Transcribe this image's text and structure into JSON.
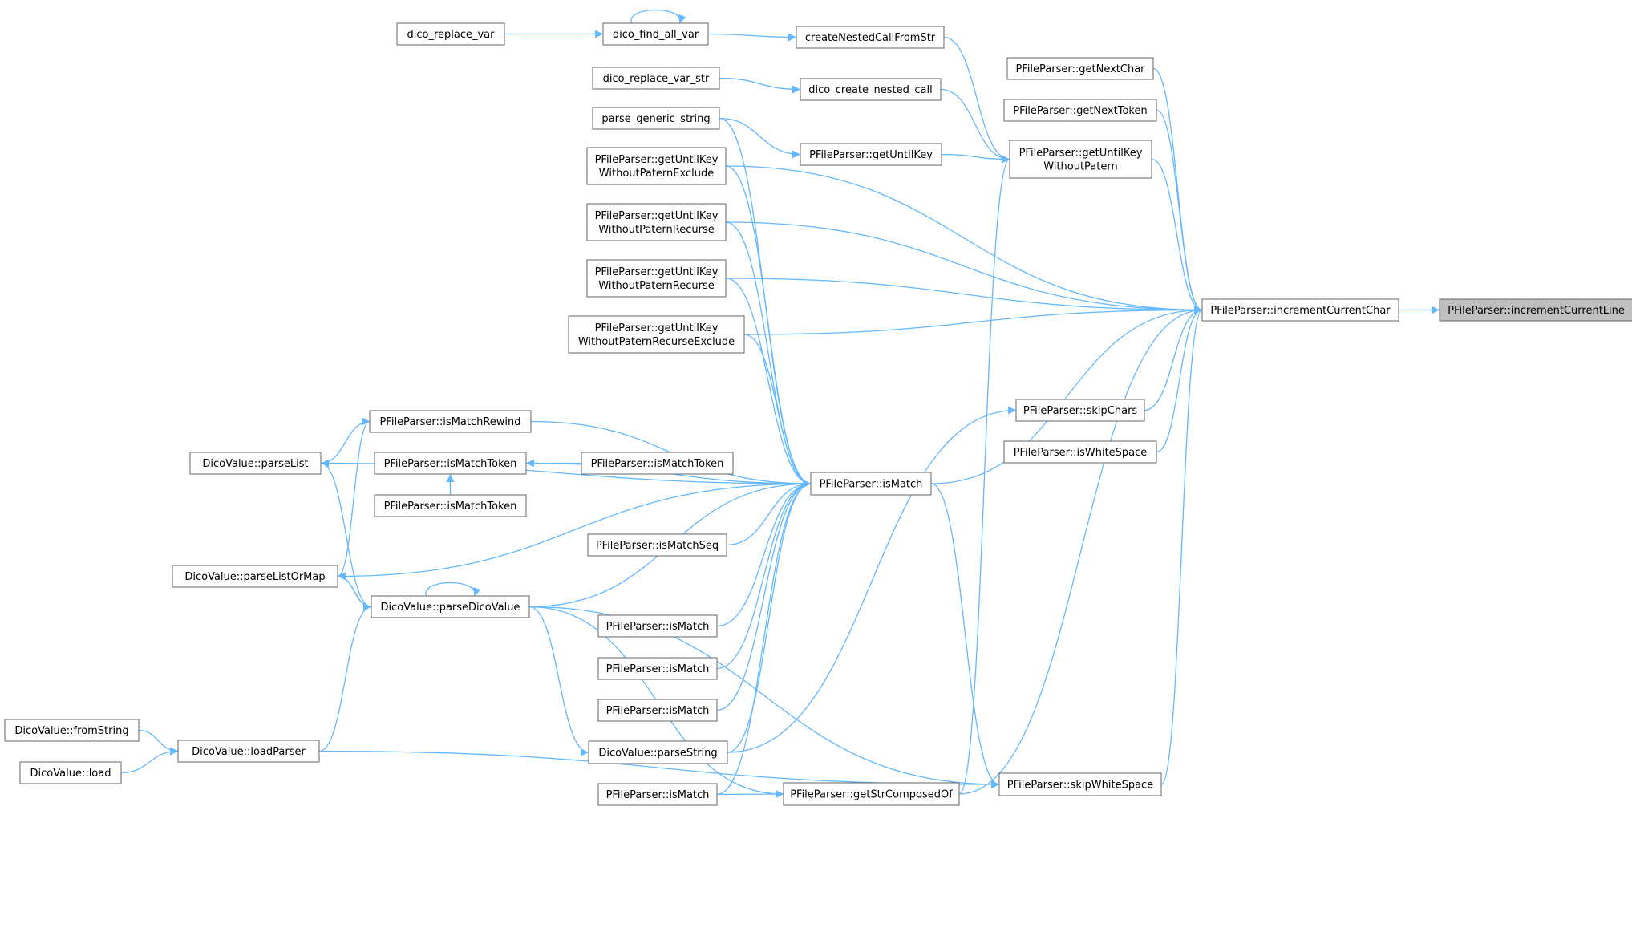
{
  "nodes": [
    {
      "id": "root",
      "lines": [
        "PFileParser::incrementCurrentLine"
      ],
      "root": true
    },
    {
      "id": "icc",
      "lines": [
        "PFileParser::incrementCurrentChar"
      ]
    },
    {
      "id": "gnc",
      "lines": [
        "PFileParser::getNextChar"
      ]
    },
    {
      "id": "gnt",
      "lines": [
        "PFileParser::getNextToken"
      ]
    },
    {
      "id": "gukwp",
      "lines": [
        "PFileParser::getUntilKey",
        "WithoutPatern"
      ]
    },
    {
      "id": "skc",
      "lines": [
        "PFileParser::skipChars"
      ]
    },
    {
      "id": "isws",
      "lines": [
        "PFileParser::isWhiteSpace"
      ]
    },
    {
      "id": "skws",
      "lines": [
        "PFileParser::skipWhiteSpace"
      ]
    },
    {
      "id": "cncfs",
      "lines": [
        "createNestedCallFromStr"
      ]
    },
    {
      "id": "dcnc",
      "lines": [
        "dico_create_nested_call"
      ]
    },
    {
      "id": "guk",
      "lines": [
        "PFileParser::getUntilKey"
      ]
    },
    {
      "id": "ism",
      "lines": [
        "PFileParser::isMatch"
      ]
    },
    {
      "id": "gsco",
      "lines": [
        "PFileParser::getStrComposedOf"
      ]
    },
    {
      "id": "dfav",
      "lines": [
        "dico_find_all_var"
      ]
    },
    {
      "id": "drvs",
      "lines": [
        "dico_replace_var_str"
      ]
    },
    {
      "id": "pgs",
      "lines": [
        "parse_generic_string"
      ]
    },
    {
      "id": "gukwpe",
      "lines": [
        "PFileParser::getUntilKey",
        "WithoutPaternExclude"
      ]
    },
    {
      "id": "gukwpr1",
      "lines": [
        "PFileParser::getUntilKey",
        "WithoutPaternRecurse"
      ]
    },
    {
      "id": "gukwpr2",
      "lines": [
        "PFileParser::getUntilKey",
        "WithoutPaternRecurse"
      ]
    },
    {
      "id": "gukwpre",
      "lines": [
        "PFileParser::getUntilKey",
        "WithoutPaternRecurseExclude"
      ]
    },
    {
      "id": "ismr",
      "lines": [
        "PFileParser::isMatchRewind"
      ]
    },
    {
      "id": "ismt",
      "lines": [
        "PFileParser::isMatchToken"
      ]
    },
    {
      "id": "ismt2",
      "lines": [
        "PFileParser::isMatchToken"
      ]
    },
    {
      "id": "ismt3",
      "lines": [
        "PFileParser::isMatchToken"
      ]
    },
    {
      "id": "isms",
      "lines": [
        "PFileParser::isMatchSeq"
      ]
    },
    {
      "id": "ism2",
      "lines": [
        "PFileParser::isMatch"
      ]
    },
    {
      "id": "ism3",
      "lines": [
        "PFileParser::isMatch"
      ]
    },
    {
      "id": "ism4",
      "lines": [
        "PFileParser::isMatch"
      ]
    },
    {
      "id": "ism5",
      "lines": [
        "PFileParser::isMatch"
      ]
    },
    {
      "id": "pstr",
      "lines": [
        "DicoValue::parseString"
      ]
    },
    {
      "id": "pdv",
      "lines": [
        "DicoValue::parseDicoValue"
      ]
    },
    {
      "id": "drv",
      "lines": [
        "dico_replace_var"
      ]
    },
    {
      "id": "plist",
      "lines": [
        "DicoValue::parseList"
      ]
    },
    {
      "id": "plom",
      "lines": [
        "DicoValue::parseListOrMap"
      ]
    },
    {
      "id": "lp",
      "lines": [
        "DicoValue::loadParser"
      ]
    },
    {
      "id": "fs",
      "lines": [
        "DicoValue::fromString"
      ]
    },
    {
      "id": "ld",
      "lines": [
        "DicoValue::load"
      ]
    }
  ],
  "edges": [
    {
      "from": "icc",
      "to": "root"
    },
    {
      "from": "gnc",
      "to": "icc"
    },
    {
      "from": "gnt",
      "to": "icc"
    },
    {
      "from": "gukwp",
      "to": "icc"
    },
    {
      "from": "gukwpe",
      "to": "icc"
    },
    {
      "from": "gukwpr1",
      "to": "icc"
    },
    {
      "from": "gukwpr2",
      "to": "icc"
    },
    {
      "from": "gukwpre",
      "to": "icc"
    },
    {
      "from": "ism",
      "to": "icc"
    },
    {
      "from": "skc",
      "to": "icc"
    },
    {
      "from": "isws",
      "to": "icc"
    },
    {
      "from": "gsco",
      "to": "icc"
    },
    {
      "from": "skws",
      "to": "icc"
    },
    {
      "from": "cncfs",
      "to": "gukwp"
    },
    {
      "from": "dcnc",
      "to": "gukwp"
    },
    {
      "from": "guk",
      "to": "gukwp"
    },
    {
      "from": "gsco",
      "to": "gukwp"
    },
    {
      "from": "dfav",
      "to": "cncfs"
    },
    {
      "from": "dfav",
      "to": "dfav"
    },
    {
      "from": "drv",
      "to": "dfav"
    },
    {
      "from": "drvs",
      "to": "dcnc"
    },
    {
      "from": "pgs",
      "to": "guk"
    },
    {
      "from": "pstr",
      "to": "skc"
    },
    {
      "from": "ism",
      "to": "skws"
    },
    {
      "from": "pdv",
      "to": "skws"
    },
    {
      "from": "lp",
      "to": "skws"
    },
    {
      "from": "pgs",
      "to": "ism"
    },
    {
      "from": "gukwpe",
      "to": "ism"
    },
    {
      "from": "gukwpr1",
      "to": "ism"
    },
    {
      "from": "gukwpr2",
      "to": "ism"
    },
    {
      "from": "gukwpre",
      "to": "ism"
    },
    {
      "from": "plist",
      "to": "ism"
    },
    {
      "from": "ismr",
      "to": "ism"
    },
    {
      "from": "ismt",
      "to": "ism"
    },
    {
      "from": "plom",
      "to": "ism"
    },
    {
      "from": "isms",
      "to": "ism"
    },
    {
      "from": "pdv",
      "to": "ism"
    },
    {
      "from": "ism2",
      "to": "ism"
    },
    {
      "from": "ism3",
      "to": "ism"
    },
    {
      "from": "ism4",
      "to": "ism"
    },
    {
      "from": "pstr",
      "to": "ism"
    },
    {
      "from": "ism5",
      "to": "ism"
    },
    {
      "from": "ismt2",
      "to": "ismt"
    },
    {
      "from": "ismt3",
      "to": "ismt"
    },
    {
      "from": "plist",
      "to": "ismr"
    },
    {
      "from": "plom",
      "to": "ismr"
    },
    {
      "from": "pdv",
      "to": "plist"
    },
    {
      "from": "plom",
      "to": "pdv"
    },
    {
      "from": "pdv",
      "to": "pdv"
    },
    {
      "from": "lp",
      "to": "pdv"
    },
    {
      "from": "pdv",
      "to": "plom"
    },
    {
      "from": "pdv",
      "to": "pstr"
    },
    {
      "from": "pdv",
      "to": "gsco"
    },
    {
      "from": "fs",
      "to": "lp"
    },
    {
      "from": "ld",
      "to": "lp"
    },
    {
      "from": "ism5",
      "to": "gsco"
    }
  ]
}
